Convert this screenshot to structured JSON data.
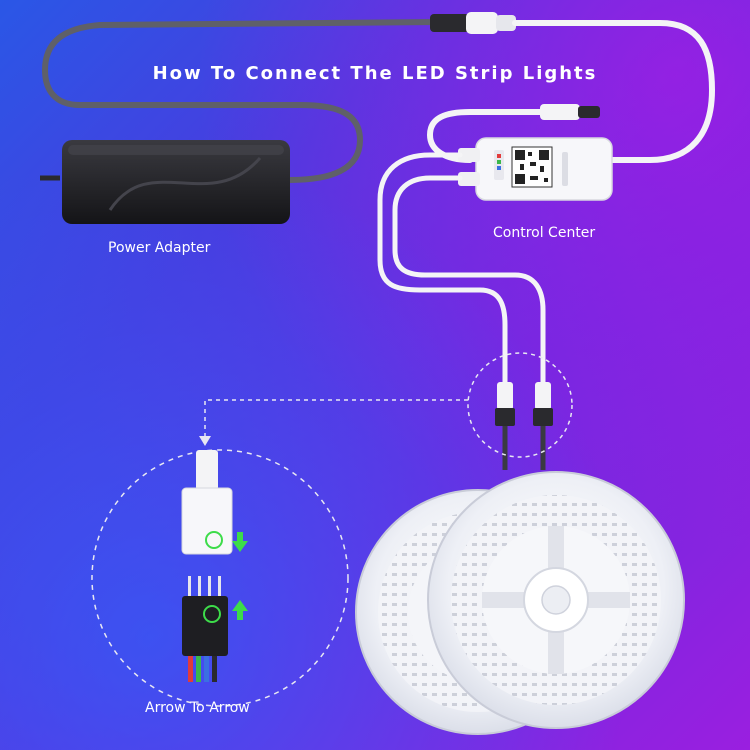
{
  "title": "How To Connect The LED Strip Lights",
  "labels": {
    "power_adapter": "Power Adapter",
    "control_center": "Control Center",
    "arrow_to_arrow": "Arrow To Arrow"
  },
  "colors": {
    "background_start": "#2a57e6",
    "background_end": "#9a1fe0",
    "arrow_green": "#3ddc4a",
    "adapter_black": "#1e1e22",
    "cable_white": "#f4f4f6"
  }
}
